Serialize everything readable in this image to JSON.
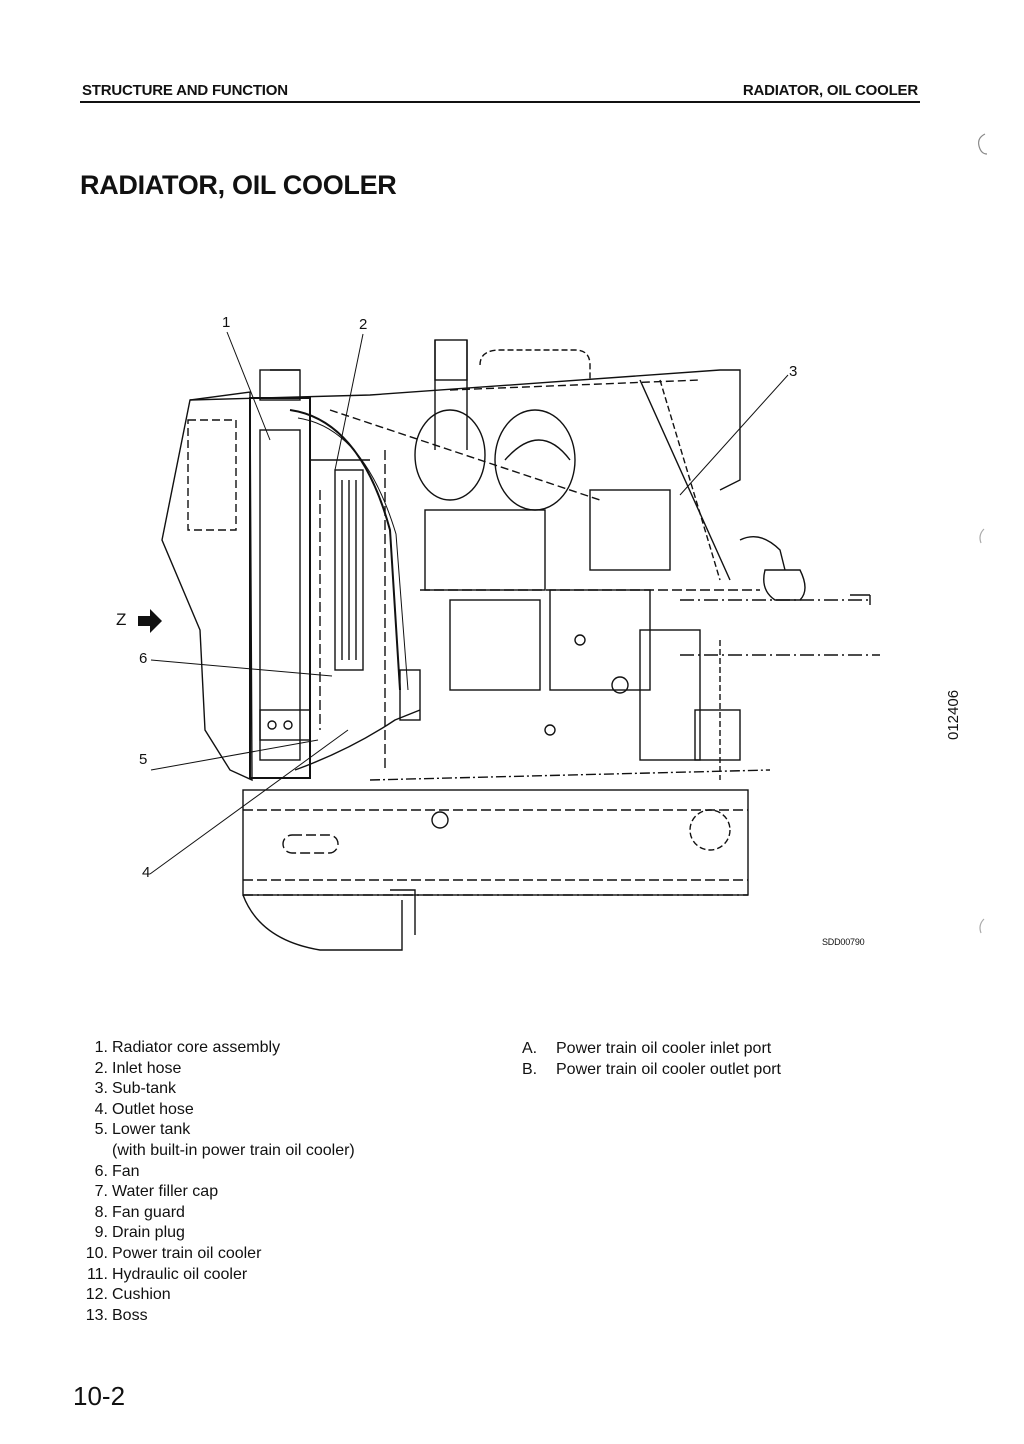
{
  "header": {
    "left": "STRUCTURE AND FUNCTION",
    "right": "RADIATOR, OIL COOLER"
  },
  "title": "RADIATOR, OIL COOLER",
  "figure": {
    "callouts": {
      "c1": "1",
      "c2": "2",
      "c3": "3",
      "c4": "4",
      "c5": "5",
      "c6": "6",
      "z": "Z"
    },
    "code": "SDD00790",
    "side_code": "012406"
  },
  "parts": [
    {
      "num": "1.",
      "label": "Radiator core assembly"
    },
    {
      "num": "2.",
      "label": "Inlet hose"
    },
    {
      "num": "3.",
      "label": "Sub-tank"
    },
    {
      "num": "4.",
      "label": "Outlet hose"
    },
    {
      "num": "5.",
      "label": "Lower tank"
    },
    {
      "num": "",
      "label": "(with built-in power train oil cooler)"
    },
    {
      "num": "6.",
      "label": "Fan"
    },
    {
      "num": "7.",
      "label": "Water filler cap"
    },
    {
      "num": "8.",
      "label": "Fan guard"
    },
    {
      "num": "9.",
      "label": "Drain plug"
    },
    {
      "num": "10.",
      "label": "Power train oil cooler"
    },
    {
      "num": "11.",
      "label": "Hydraulic oil cooler"
    },
    {
      "num": "12.",
      "label": "Cushion"
    },
    {
      "num": "13.",
      "label": "Boss"
    }
  ],
  "ports": [
    {
      "num": "A.",
      "label": "Power train oil cooler inlet port"
    },
    {
      "num": "B.",
      "label": "Power train oil cooler outlet port"
    }
  ],
  "page_number": "10-2"
}
